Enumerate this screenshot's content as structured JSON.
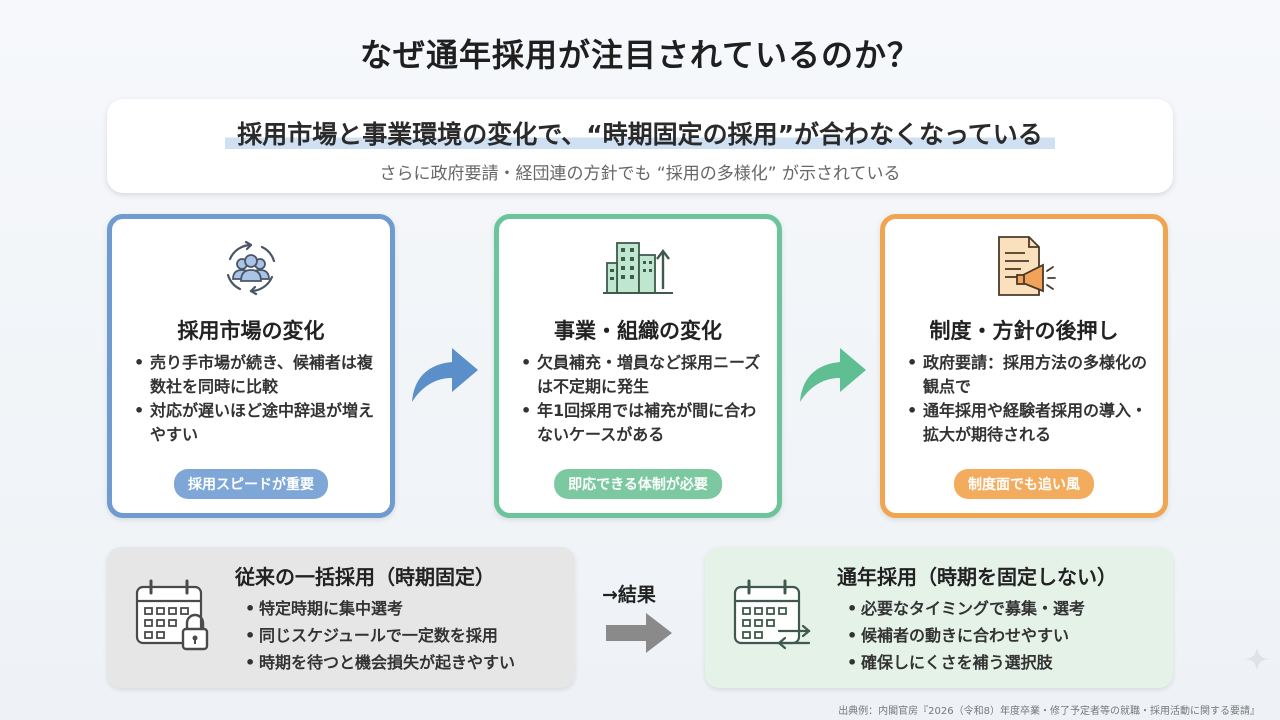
{
  "title": "なぜ通年採用が注目されているのか？",
  "banner": {
    "main": "採用市場と事業環境の変化で、“時期固定の採用”が合わなくなっている",
    "sub": "さらに政府要請・経団連の方針でも “採用の多様化” が示されている"
  },
  "cards": [
    {
      "icon": "people-cycle-icon",
      "title": "採用市場の変化",
      "bullets": [
        "売り手市場が続き、候補者は複数社を同時に比較",
        "対応が遅いほど途中辞退が増えやすい"
      ],
      "pill": "採用スピードが重要",
      "color": "#6f9bd0"
    },
    {
      "icon": "buildings-growth-icon",
      "title": "事業・組織の変化",
      "bullets": [
        "欠員補充・増員など採用ニーズは不定期に発生",
        "年1回採用では補充が間に合わないケースがある"
      ],
      "pill": "即応できる体制が必要",
      "color": "#6bc49a"
    },
    {
      "icon": "document-megaphone-icon",
      "title": "制度・方針の後押し",
      "bullets": [
        "政府要請：採用方法の多様化の観点で",
        "通年採用や経験者採用の導入・拡大が期待される"
      ],
      "pill": "制度面でも追い風",
      "color": "#f0a552"
    }
  ],
  "bottom_left": {
    "icon": "calendar-lock-icon",
    "title": "従来の一括採用（時期固定）",
    "bullets": [
      "特定時期に集中選考",
      "同じスケジュールで一定数を採用",
      "時期を待つと機会損失が起きやすい"
    ]
  },
  "result_label": "→結果",
  "bottom_right": {
    "icon": "calendar-exchange-icon",
    "title": "通年採用（時期を固定しない）",
    "bullets": [
      "必要なタイミングで募集・選考",
      "候補者の動きに合わせやすい",
      "確保しにくさを補う選択肢"
    ]
  },
  "source": "出典例：内閣官房『2026（令和8）年度卒業・修了予定者等の就職・採用活動に関する要請』"
}
